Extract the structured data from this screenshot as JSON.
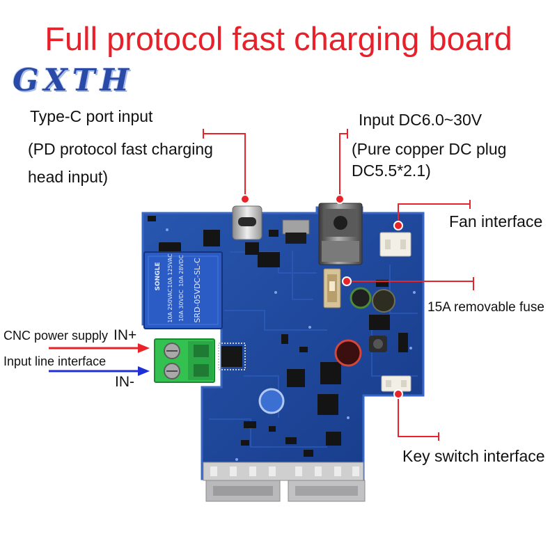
{
  "title": "Full protocol fast charging board",
  "logo": "GXTH",
  "callouts": {
    "type_c": {
      "line1": "Type-C port input",
      "line2": "(PD protocol fast charging",
      "line3": "head input)"
    },
    "dc_input": {
      "line1": "Input DC6.0~30V",
      "line2": "(Pure copper DC plug",
      "line3": "DC5.5*2.1)"
    },
    "fan": "Fan interface",
    "fuse": "15A removable fuse",
    "key_switch": "Key switch interface",
    "input_line": {
      "supply_label": "CNC power supply",
      "positive": "IN+",
      "interface_label": "Input line interface",
      "negative": "IN-"
    }
  },
  "relay": {
    "brand": "SONGLE",
    "model": "SRD-05VDC-SL-C",
    "ratings": [
      "10A 250VAC",
      "10A 125VAC",
      "10A 30VDC",
      "10A 28VDC"
    ]
  },
  "colors": {
    "title": "#e8202a",
    "callout_line": "#e8232a",
    "positive_arrow": "#e8232a",
    "negative_arrow": "#1f2fd6",
    "logo": "#2a4aa8",
    "pcb": "#1f4696",
    "terminal_block": "#33c24f"
  }
}
